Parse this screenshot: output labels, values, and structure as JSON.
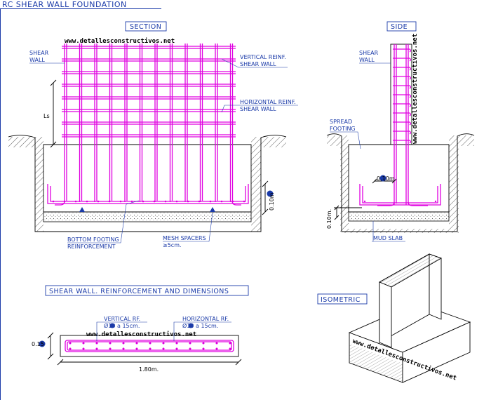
{
  "title": "RC SHEAR WALL FOUNDATION",
  "watermark": "www.detallesconstructivos.net",
  "section": {
    "title": "SECTION",
    "labels": {
      "shear_wall": [
        "SHEAR",
        "WALL"
      ],
      "vertical_reinf": [
        "VERTICAL REINF.",
        "SHEAR WALL"
      ],
      "horizontal_reinf": [
        "HORIZONTAL REINF.",
        "SHEAR WALL"
      ],
      "ls": "Ls",
      "bottom_footing": [
        "BOTTOM FOOTING",
        "REINFORCEMENT"
      ],
      "mesh_spacers": [
        "MESH SPACERS",
        "≥5cm."
      ],
      "cover_dim": "0.10m"
    }
  },
  "side": {
    "title": "SIDE",
    "labels": {
      "shear_wall": [
        "SHEAR",
        "WALL"
      ],
      "spread_footing": [
        "SPREAD",
        "FOOTING"
      ],
      "spacing_dim": "0.10m.",
      "cover_dim": "0.10m.",
      "mud_slab": "MUD SLAB"
    }
  },
  "plan": {
    "title": "SHEAR WALL. REINFORCEMENT AND DIMENSIONS",
    "labels": {
      "vertical_rf": [
        "VERTICAL RF.",
        "Ø10 a 15cm."
      ],
      "horizontal_rf": [
        "HORIZONTAL RF.",
        "Ø10 a 15cm."
      ],
      "thickness_dim": "0.15",
      "length_dim": "1.80m."
    }
  },
  "isometric": {
    "title": "ISOMETRIC"
  }
}
